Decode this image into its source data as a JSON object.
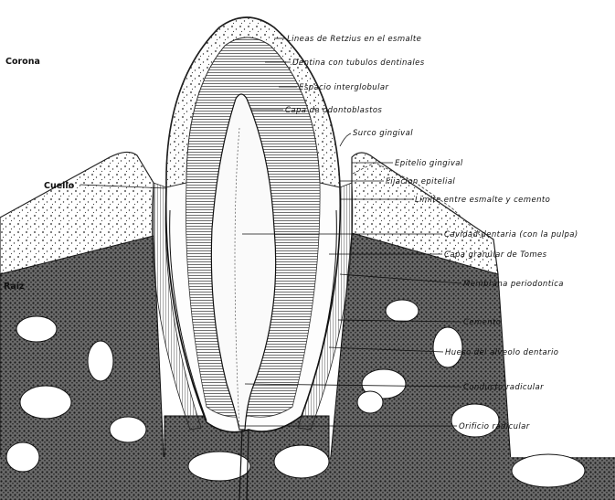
{
  "figure": {
    "region_labels": {
      "corona": "Corona",
      "cuello": "Cuello",
      "raiz": "Raíz"
    },
    "labels": [
      {
        "id": "lineas-retzius",
        "text": "Lineas de Retzius en el esmalte"
      },
      {
        "id": "dentina-tubulos",
        "text": "Dentina con tubulos dentinales"
      },
      {
        "id": "espacio-interglobular",
        "text": "Espacio interglobular"
      },
      {
        "id": "capa-odontoblastos",
        "text": "Capa de odontoblastos"
      },
      {
        "id": "surco-gingival",
        "text": "Surco gingival"
      },
      {
        "id": "epitelio-gingival",
        "text": "Epitelio gingival"
      },
      {
        "id": "fijacion-epitelial",
        "text": "Fijacion epitelial"
      },
      {
        "id": "limite-esmalte-cemento",
        "text": "Limite entre esmalte y cemento"
      },
      {
        "id": "cavidad-dentaria",
        "text": "Cavidad dentaria (con la pulpa)"
      },
      {
        "id": "capa-granular-tomes",
        "text": "Capa granular de Tomes"
      },
      {
        "id": "membrana-periodontica",
        "text": "Membrana periodontica"
      },
      {
        "id": "cemento",
        "text": "Cemento"
      },
      {
        "id": "hueso-alveolo",
        "text": "Hueso del alveolo dentario"
      },
      {
        "id": "conducto-radicular",
        "text": "Conducto radicular"
      },
      {
        "id": "orificio-radicular",
        "text": "Orificio radicular"
      }
    ]
  }
}
